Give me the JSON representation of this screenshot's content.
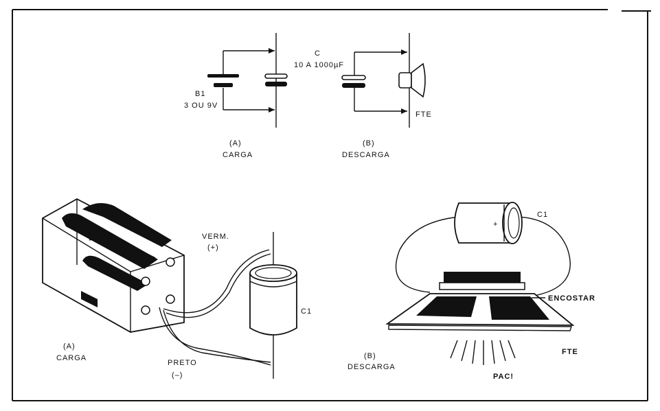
{
  "schematic_a": {
    "battery_label": "B1",
    "battery_value": "3 OU 9V",
    "caption_letter": "(A)",
    "caption_text": "CARGA"
  },
  "schematic_b": {
    "capacitor_label": "C",
    "capacitor_value": "10 A 1000µF",
    "speaker_label": "FTE",
    "caption_letter": "(B)",
    "caption_text": "DESCARGA"
  },
  "illustration_a": {
    "red_wire_label": "VERM.",
    "red_wire_polarity": "(+)",
    "black_wire_label": "PRETO",
    "black_wire_polarity": "(–)",
    "capacitor_label": "C1",
    "caption_letter": "(A)",
    "caption_text": "CARGA"
  },
  "illustration_b": {
    "capacitor_label": "C1",
    "capacitor_polarity": "+",
    "touch_label": "ENCOSTAR",
    "speaker_label": "FTE",
    "sound_label": "PAC!",
    "caption_letter": "(B)",
    "caption_text": "DESCARGA"
  }
}
